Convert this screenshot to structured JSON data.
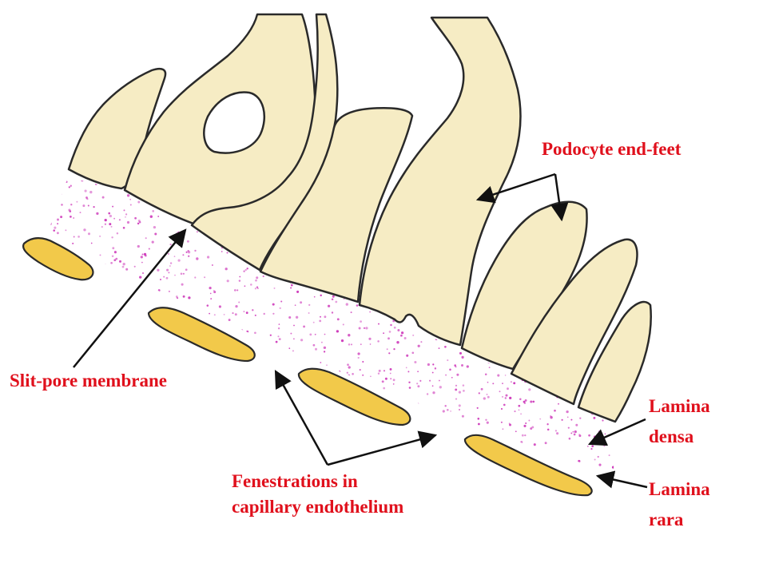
{
  "labels": {
    "podocyte_end_feet": "Podocyte end-feet",
    "slit_pore_membrane": "Slit-pore membrane",
    "fenestrations_line1": "Fenestrations in",
    "fenestrations_line2": "capillary endothelium",
    "lamina_densa_line1": "Lamina",
    "lamina_densa_line2": "densa",
    "lamina_rara_line1": "Lamina",
    "lamina_rara_line2": "rara"
  },
  "colors": {
    "label_text": "#e0101c",
    "podocyte_fill": "#f6ecc4",
    "endothelium_fill": "#f2c94a",
    "basement_membrane_dots": "#cc33b8",
    "outline": "#2a2a2a",
    "arrow": "#111111"
  }
}
